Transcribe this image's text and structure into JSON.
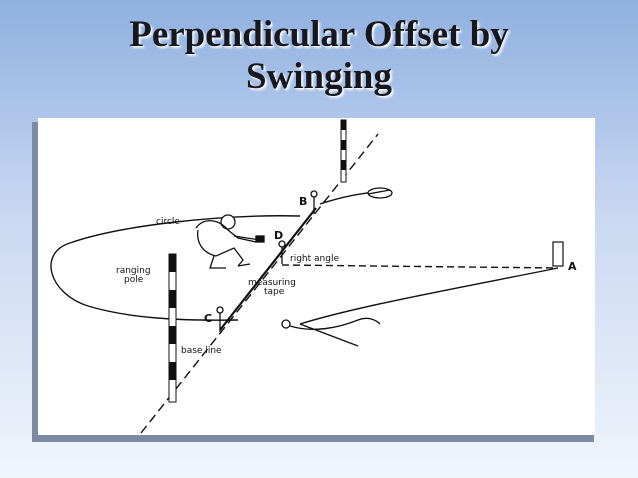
{
  "slide": {
    "title_line1": "Perpendicular Offset by",
    "title_line2": "Swinging"
  },
  "diagram": {
    "labels": {
      "point_b": "B",
      "point_d": "D",
      "point_c": "C",
      "point_a": "A",
      "circle": "circle",
      "right_angle": "right angle",
      "ranging_pole_1": "ranging",
      "ranging_pole_2": "pole",
      "measuring_tape_1": "measuring",
      "measuring_tape_2": "tape",
      "base_line": "base line"
    },
    "icons": [
      "ranging-pole-icon",
      "surveyor-figure-icon",
      "arrow-pin-icon",
      "tape-reel-icon"
    ]
  }
}
